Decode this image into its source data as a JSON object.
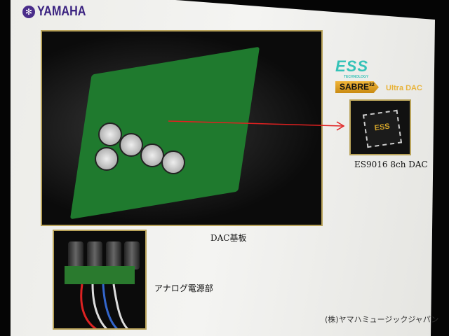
{
  "logo": {
    "text": "YAMAHA",
    "icon": "yamaha-tuning-forks-icon"
  },
  "main_photo": {
    "caption": "DAC基板"
  },
  "chip": {
    "brand": "ESS",
    "brand_sub": "TECHNOLOGY",
    "badge": "SABRE",
    "badge_sup": "32",
    "badge_suffix": "Ultra DAC",
    "chip_marking": "ESS",
    "caption": "ES9016 8ch DAC"
  },
  "lower_photo": {
    "caption": "アナログ電源部"
  },
  "credit": "(株)ヤマハミュージックジャパン",
  "colors": {
    "arrow": "#e02020",
    "frame": "#b9a35a",
    "brand": "#3a2280"
  }
}
